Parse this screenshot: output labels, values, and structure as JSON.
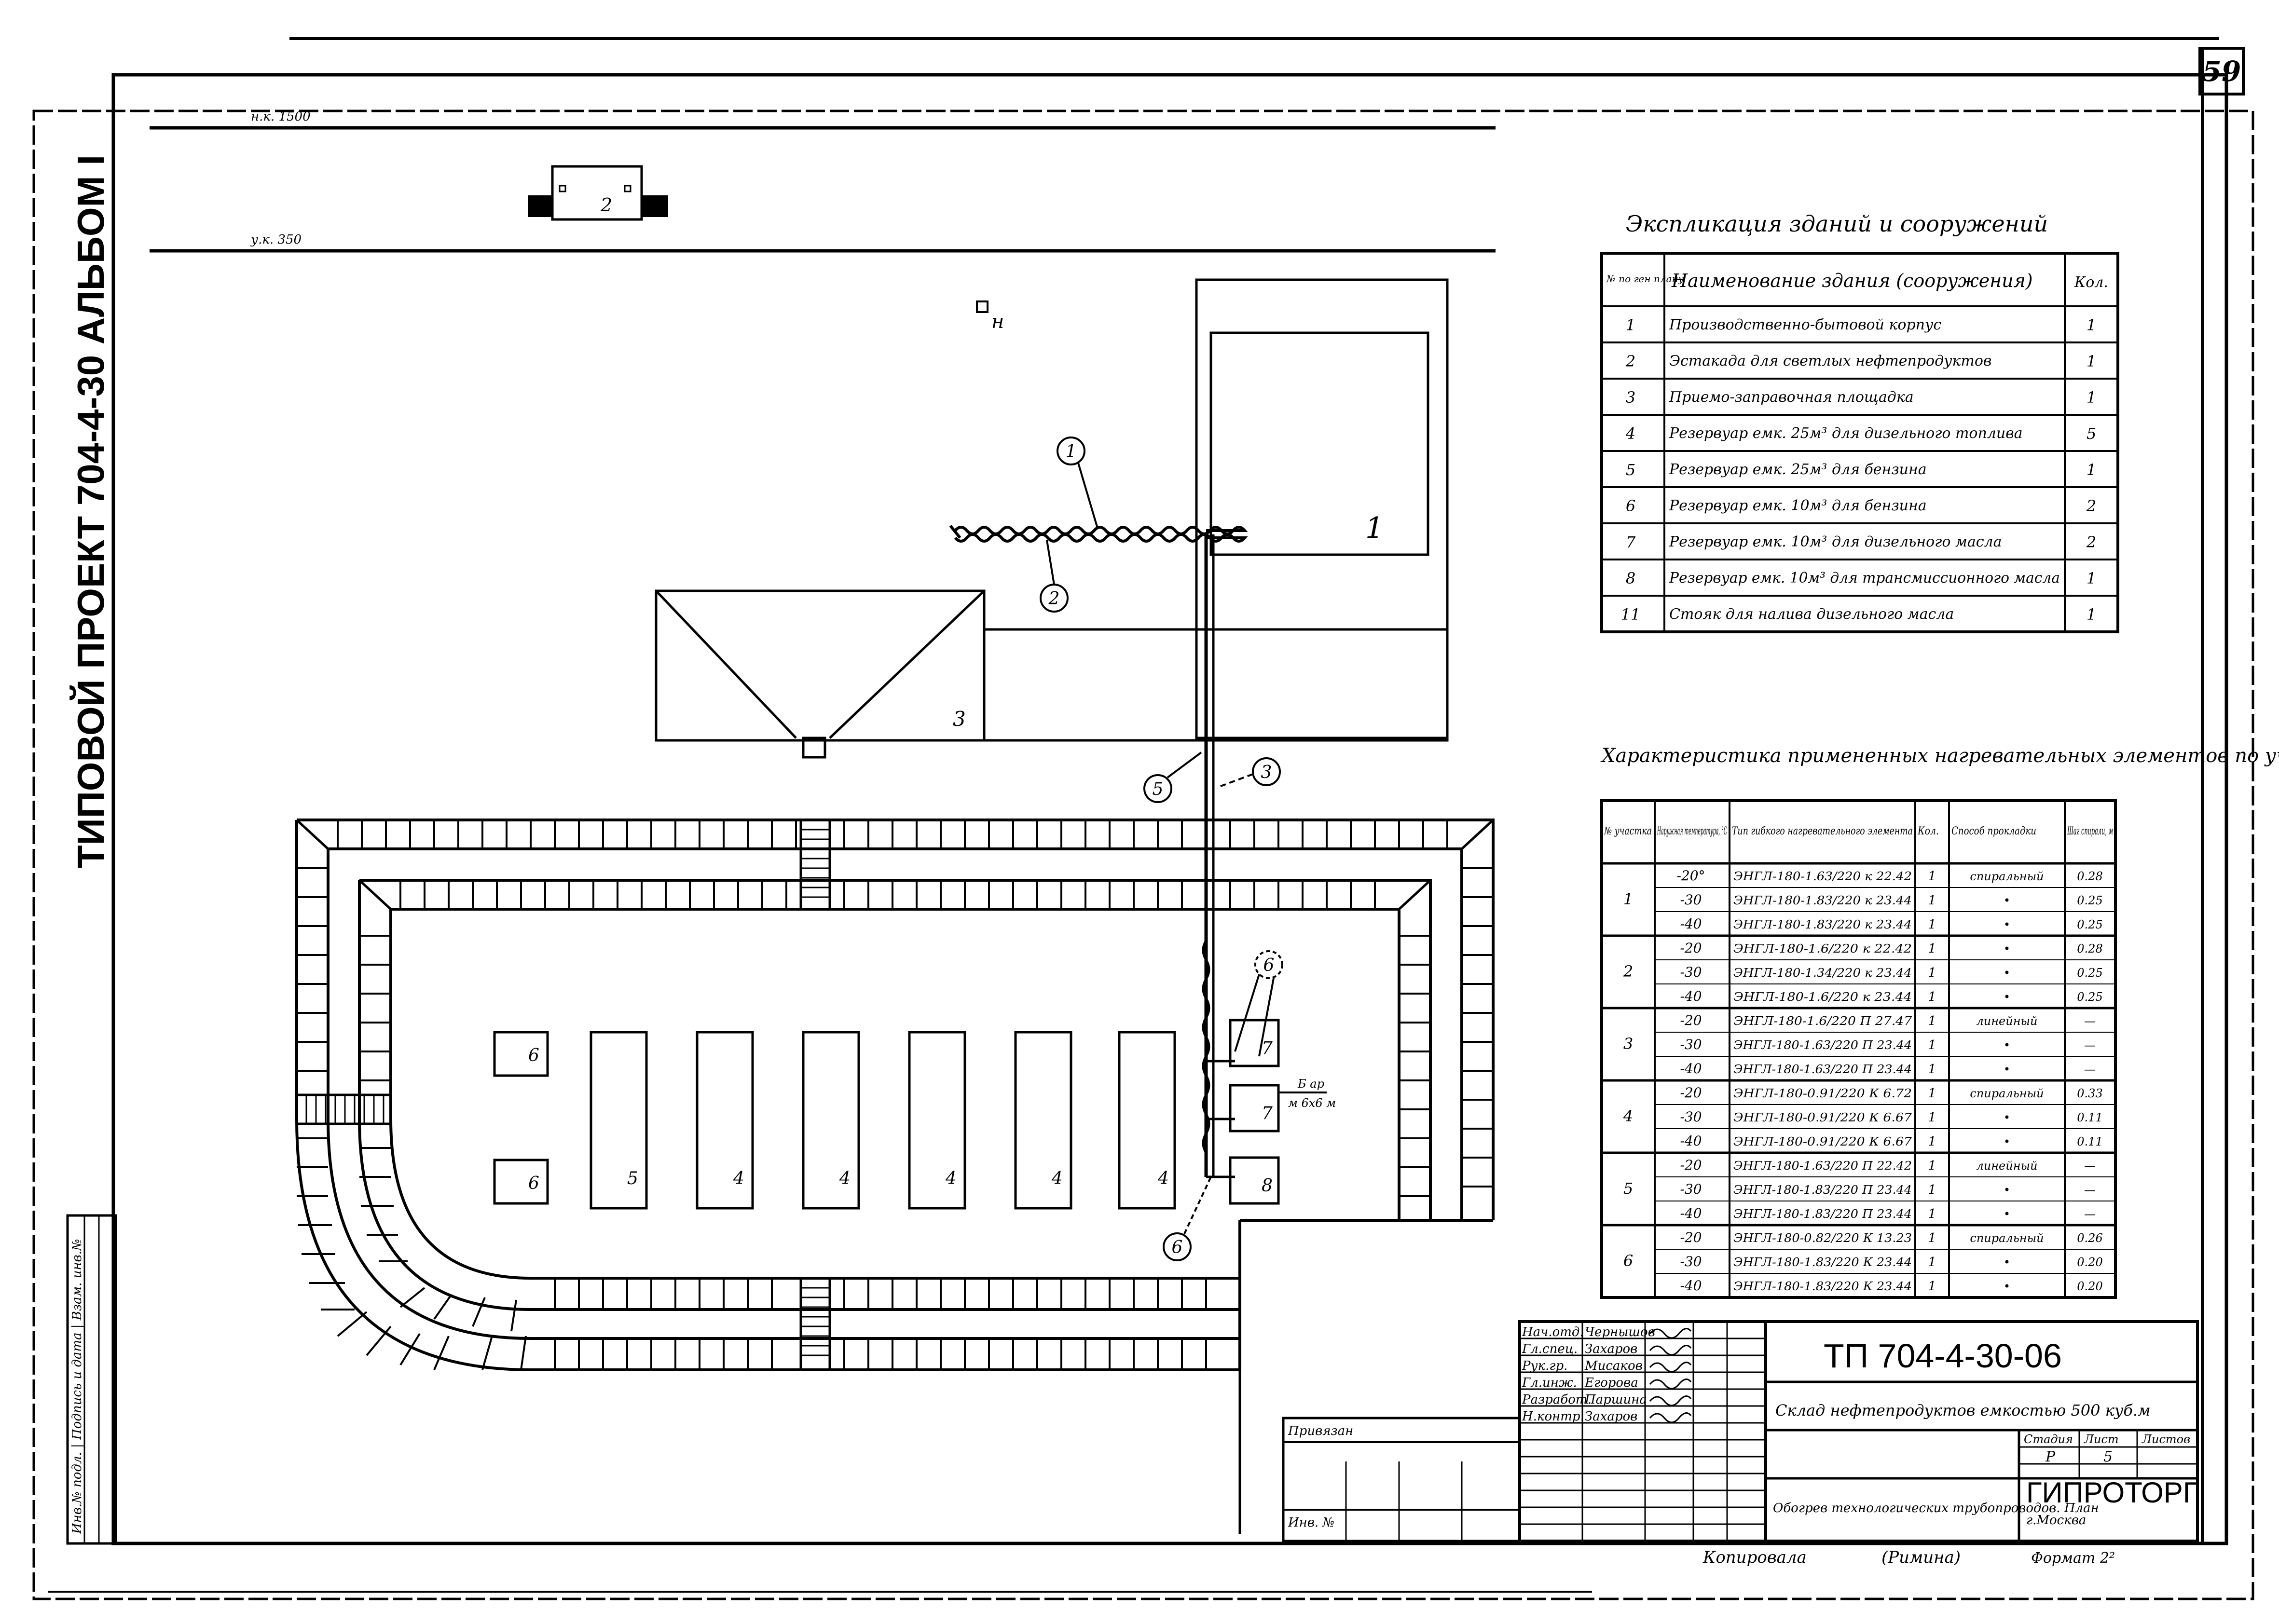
{
  "sheet": {
    "page_number": "59",
    "side_title": "ТИПОВОЙ  ПРОЕКТ 704-4-30   АЛЬБОМ I",
    "side_stamp": "Инв.№ подл. | Подпись и дата | Взам. инв.№"
  },
  "plan": {
    "elev_top": "н.к. 1500",
    "elev_bottom": "у.к. 350",
    "point_n": "н",
    "callouts": [
      "1",
      "2",
      "3",
      "5",
      "6",
      "6"
    ],
    "building_labels": [
      "1",
      "2",
      "3"
    ],
    "tank_labels": [
      "6",
      "6",
      "5",
      "4",
      "4",
      "4",
      "4",
      "4",
      "7",
      "7",
      "8"
    ],
    "note_line1": "Б ар",
    "note_line2": "м 6х6 м"
  },
  "explication": {
    "title": "Экспликация зданий и сооружений",
    "headers": [
      "№ по ген плану",
      "Наименование здания (сооружения)",
      "Кол."
    ],
    "rows": [
      [
        "1",
        "Производственно-бытовой корпус",
        "1"
      ],
      [
        "2",
        "Эстакада для светлых нефтепродуктов",
        "1"
      ],
      [
        "3",
        "Приемо-заправочная площадка",
        "1"
      ],
      [
        "4",
        "Резервуар емк. 25м³ для дизельного топлива",
        "5"
      ],
      [
        "5",
        "Резервуар емк. 25м³ для бензина",
        "1"
      ],
      [
        "6",
        "Резервуар емк. 10м³ для бензина",
        "2"
      ],
      [
        "7",
        "Резервуар емк. 10м³ для дизельного масла",
        "2"
      ],
      [
        "8",
        "Резервуар емк. 10м³ для трансмиссионного масла",
        "1"
      ],
      [
        "11",
        "Стояк для налива дизельного масла",
        "1"
      ]
    ]
  },
  "heaters": {
    "title": "Характеристика примененных нагревательных элементов по участкам трубопроводов",
    "headers": [
      "№ участка",
      "Наружная температура, °С",
      "Тип гибкого нагревательного элемента",
      "Кол.",
      "Способ прокладки",
      "Шаг спирали, м"
    ],
    "rows": [
      [
        "1",
        "-20°",
        "ЭНГЛ-180-1.63/220 к 22.42",
        "1",
        "спиральный",
        "0.28"
      ],
      [
        "",
        "-30",
        "ЭНГЛ-180-1.83/220 к 23.44",
        "1",
        "•",
        "0.25"
      ],
      [
        "",
        "-40",
        "ЭНГЛ-180-1.83/220 к 23.44",
        "1",
        "•",
        "0.25"
      ],
      [
        "2",
        "-20",
        "ЭНГЛ-180-1.6/220 к 22.42",
        "1",
        "•",
        "0.28"
      ],
      [
        "",
        "-30",
        "ЭНГЛ-180-1.34/220 к 23.44",
        "1",
        "•",
        "0.25"
      ],
      [
        "",
        "-40",
        "ЭНГЛ-180-1.6/220 к 23.44",
        "1",
        "•",
        "0.25"
      ],
      [
        "3",
        "-20",
        "ЭНГЛ-180-1.6/220 П 27.47",
        "1",
        "линейный",
        "—"
      ],
      [
        "",
        "-30",
        "ЭНГЛ-180-1.63/220 П 23.44",
        "1",
        "•",
        "—"
      ],
      [
        "",
        "-40",
        "ЭНГЛ-180-1.63/220 П 23.44",
        "1",
        "•",
        "—"
      ],
      [
        "4",
        "-20",
        "ЭНГЛ-180-0.91/220 К 6.72",
        "1",
        "спиральный",
        "0.33"
      ],
      [
        "",
        "-30",
        "ЭНГЛ-180-0.91/220 К 6.67",
        "1",
        "•",
        "0.11"
      ],
      [
        "",
        "-40",
        "ЭНГЛ-180-0.91/220 К 6.67",
        "1",
        "•",
        "0.11"
      ],
      [
        "5",
        "-20",
        "ЭНГЛ-180-1.63/220 П 22.42",
        "1",
        "линейный",
        "—"
      ],
      [
        "",
        "-30",
        "ЭНГЛ-180-1.83/220 П 23.44",
        "1",
        "•",
        "—"
      ],
      [
        "",
        "-40",
        "ЭНГЛ-180-1.83/220 П 23.44",
        "1",
        "•",
        "—"
      ],
      [
        "6",
        "-20",
        "ЭНГЛ-180-0.82/220 К 13.23",
        "1",
        "спиральный",
        "0.26"
      ],
      [
        "",
        "-30",
        "ЭНГЛ-180-1.83/220 К 23.44",
        "1",
        "•",
        "0.20"
      ],
      [
        "",
        "-40",
        "ЭНГЛ-180-1.83/220 К 23.44",
        "1",
        "•",
        "0.20"
      ]
    ]
  },
  "stamp": {
    "code": "ТП  704-4-30-06",
    "project_name": "Склад нефтепродуктов емкостью 500 куб.м",
    "sheet_name": "Обогрев технологических трубопроводов. План",
    "org": "ГИПРОТОРГ",
    "city": "г.Москва",
    "stage_h": "Стадия",
    "sheet_h": "Лист",
    "sheets_h": "Листов",
    "stage": "Р",
    "sheet": "5",
    "roles": [
      "Нач.отд.",
      "Гл.спец.",
      "Рук.гр.",
      "Гл.инж.",
      "Разработ.",
      "Н.контр."
    ],
    "names": [
      "Чернышов",
      "Захаров",
      "Мисаков",
      "Егорова",
      "Паршина",
      "Захаров"
    ],
    "privyazan": "Привязан",
    "inv_no": "Инв. №",
    "copied_label": "Копировала",
    "copied_name": "(Римина)",
    "format": "Формат 2²"
  }
}
